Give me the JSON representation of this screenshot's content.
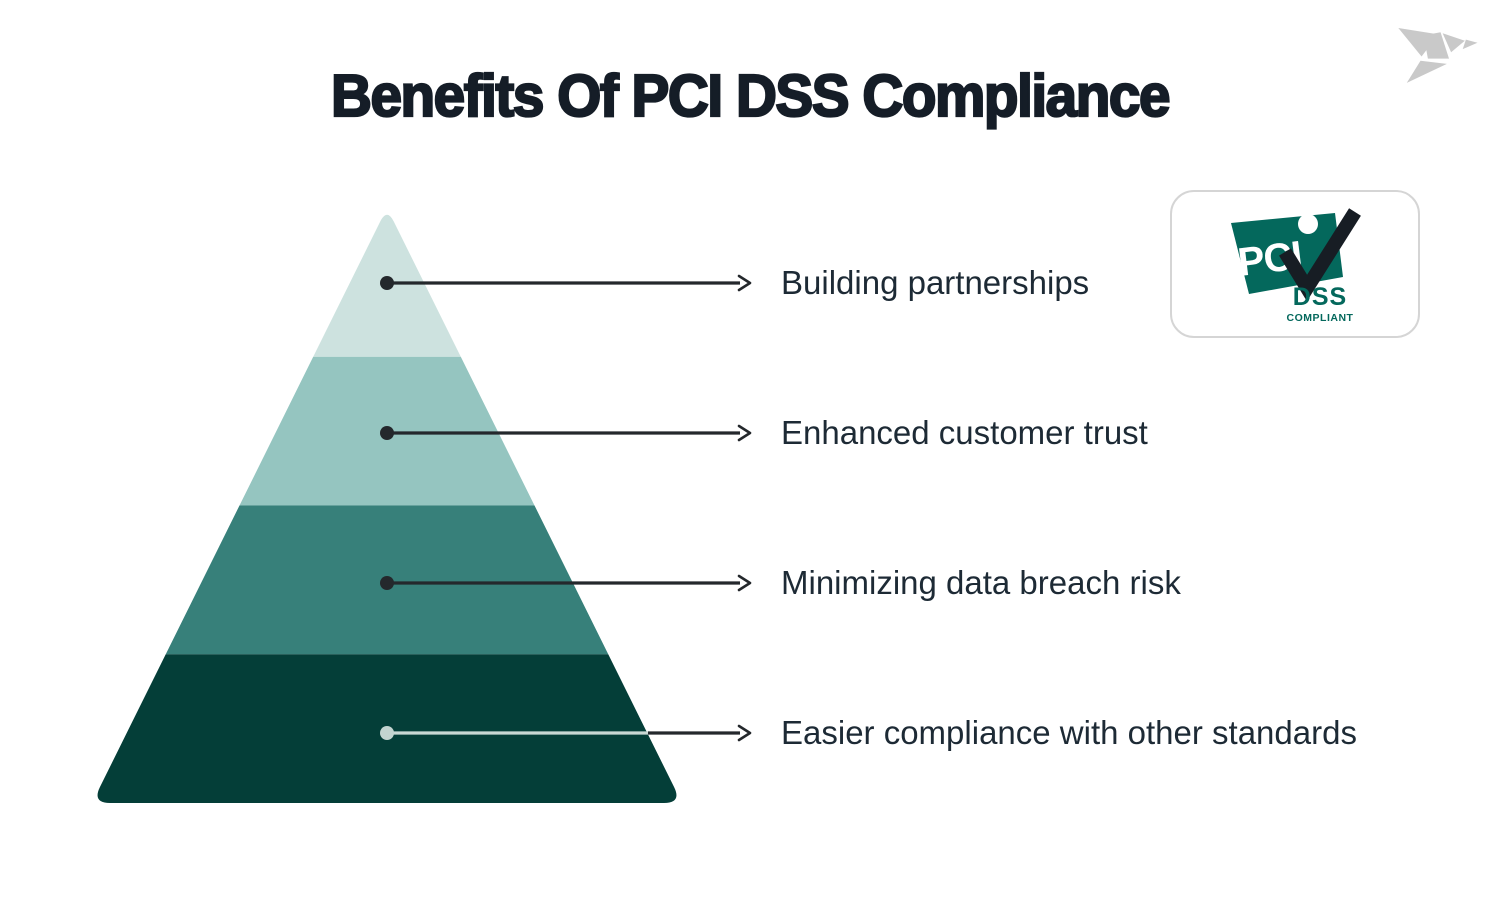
{
  "title": "Benefits Of PCI DSS Compliance",
  "pyramid": {
    "type": "pyramid",
    "direction": "lightest-at-top",
    "levels": [
      {
        "rank": 1,
        "label": "Building partnerships",
        "color": "#cde2df"
      },
      {
        "rank": 2,
        "label": "Enhanced customer trust",
        "color": "#95c5c0"
      },
      {
        "rank": 3,
        "label": "Minimizing data breach risk",
        "color": "#37807a"
      },
      {
        "rank": 4,
        "label": "Easier compliance with other standards",
        "color": "#043e38"
      }
    ]
  },
  "badge": {
    "pci": "PCI",
    "dss": "DSS",
    "compliant": "COMPLIANT"
  },
  "colors": {
    "title_text": "#151d27",
    "label_text": "#1d2a35",
    "connector_dark": "#24282c",
    "connector_light": "#c9d8d4",
    "dot_light": "#c3d4d0",
    "badge_teal": "#04685c",
    "badge_check": "#171d24",
    "card_border": "#d5d5d5",
    "bird_gray": "#c9c9c9"
  }
}
